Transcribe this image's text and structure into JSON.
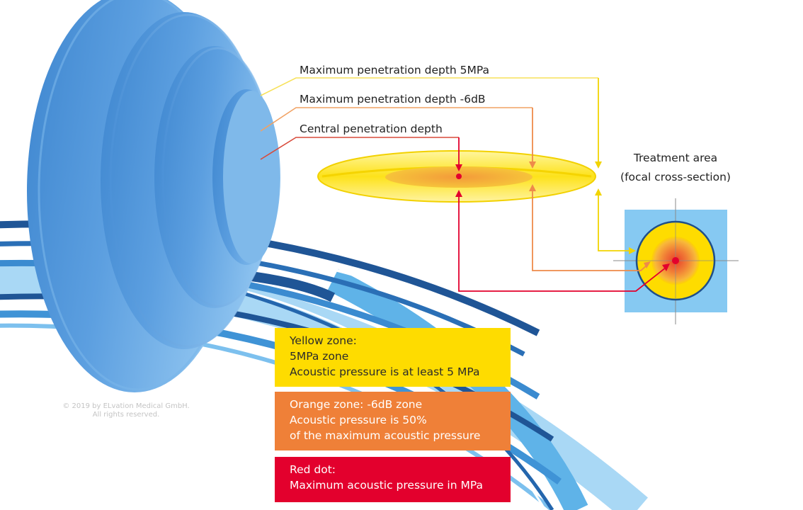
{
  "labels": {
    "max_depth_5mpa": "Maximum penetration depth 5MPa",
    "max_depth_6db": "Maximum penetration depth -6dB",
    "central_depth": "Central penetration depth",
    "treatment_area_title": "Treatment area",
    "treatment_area_subtitle": "(focal cross-section)"
  },
  "legend": {
    "yellow": {
      "line1": "Yellow zone:",
      "line2": "5MPa zone",
      "line3": "Acoustic pressure is at least 5 MPa"
    },
    "orange": {
      "line1": "Orange zone: -6dB zone",
      "line2": "Acoustic pressure is 50%",
      "line3": "of the maximum acoustic pressure"
    },
    "red": {
      "line1": "Red dot:",
      "line2": "Maximum acoustic pressure in MPa"
    }
  },
  "copyright": {
    "line1": "© 2019 by ELvation Medical GmbH.",
    "line2": "All rights reserved."
  },
  "colors": {
    "yellow_zone": "#fedc00",
    "orange_zone": "#ef8038",
    "red_dot": "#e3002d",
    "lens_blue": "#5b9fdc",
    "cross_section_bg": "#86c9f2",
    "arc_dark_blue": "#1f5596"
  }
}
